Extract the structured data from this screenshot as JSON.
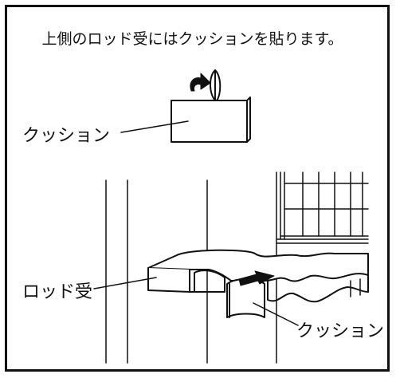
{
  "title": "上側のロッド受にはクッションを貼ります。",
  "labels": {
    "cushion_top": "クッション",
    "rod_holder": "ロッド受",
    "cushion_bottom": "クッション"
  },
  "colors": {
    "line": "#111111",
    "frame": "#111111",
    "background": "#ffffff"
  }
}
